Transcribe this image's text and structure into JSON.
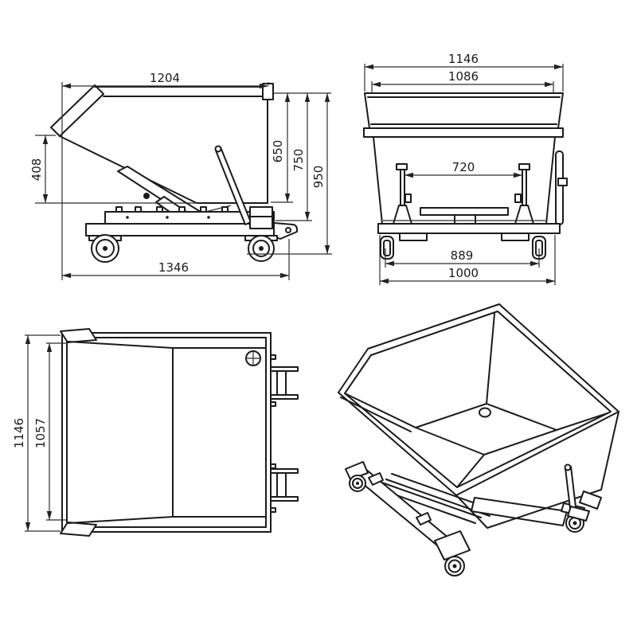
{
  "canvas": {
    "background": "#ffffff",
    "line_color": "#1b1b1b",
    "dimension_line_color": "#2e2e2e",
    "text_color": "#1c1c1c"
  },
  "views": {
    "side_view": {
      "dimensions": {
        "bin_top_length": "1204",
        "front_lip_height": "408",
        "bin_depth": "650",
        "frame_top_height": "750",
        "overall_height": "950",
        "overall_length": "1346"
      }
    },
    "front_view": {
      "dimensions": {
        "overall_width": "1146",
        "bin_rim_width": "1086",
        "frame_inner_width": "720",
        "wheel_track": "889",
        "chassis_width": "1000"
      }
    },
    "top_view": {
      "dimensions": {
        "overall_depth": "1146",
        "bin_inner_depth": "1057"
      }
    },
    "isometric_view": {}
  }
}
